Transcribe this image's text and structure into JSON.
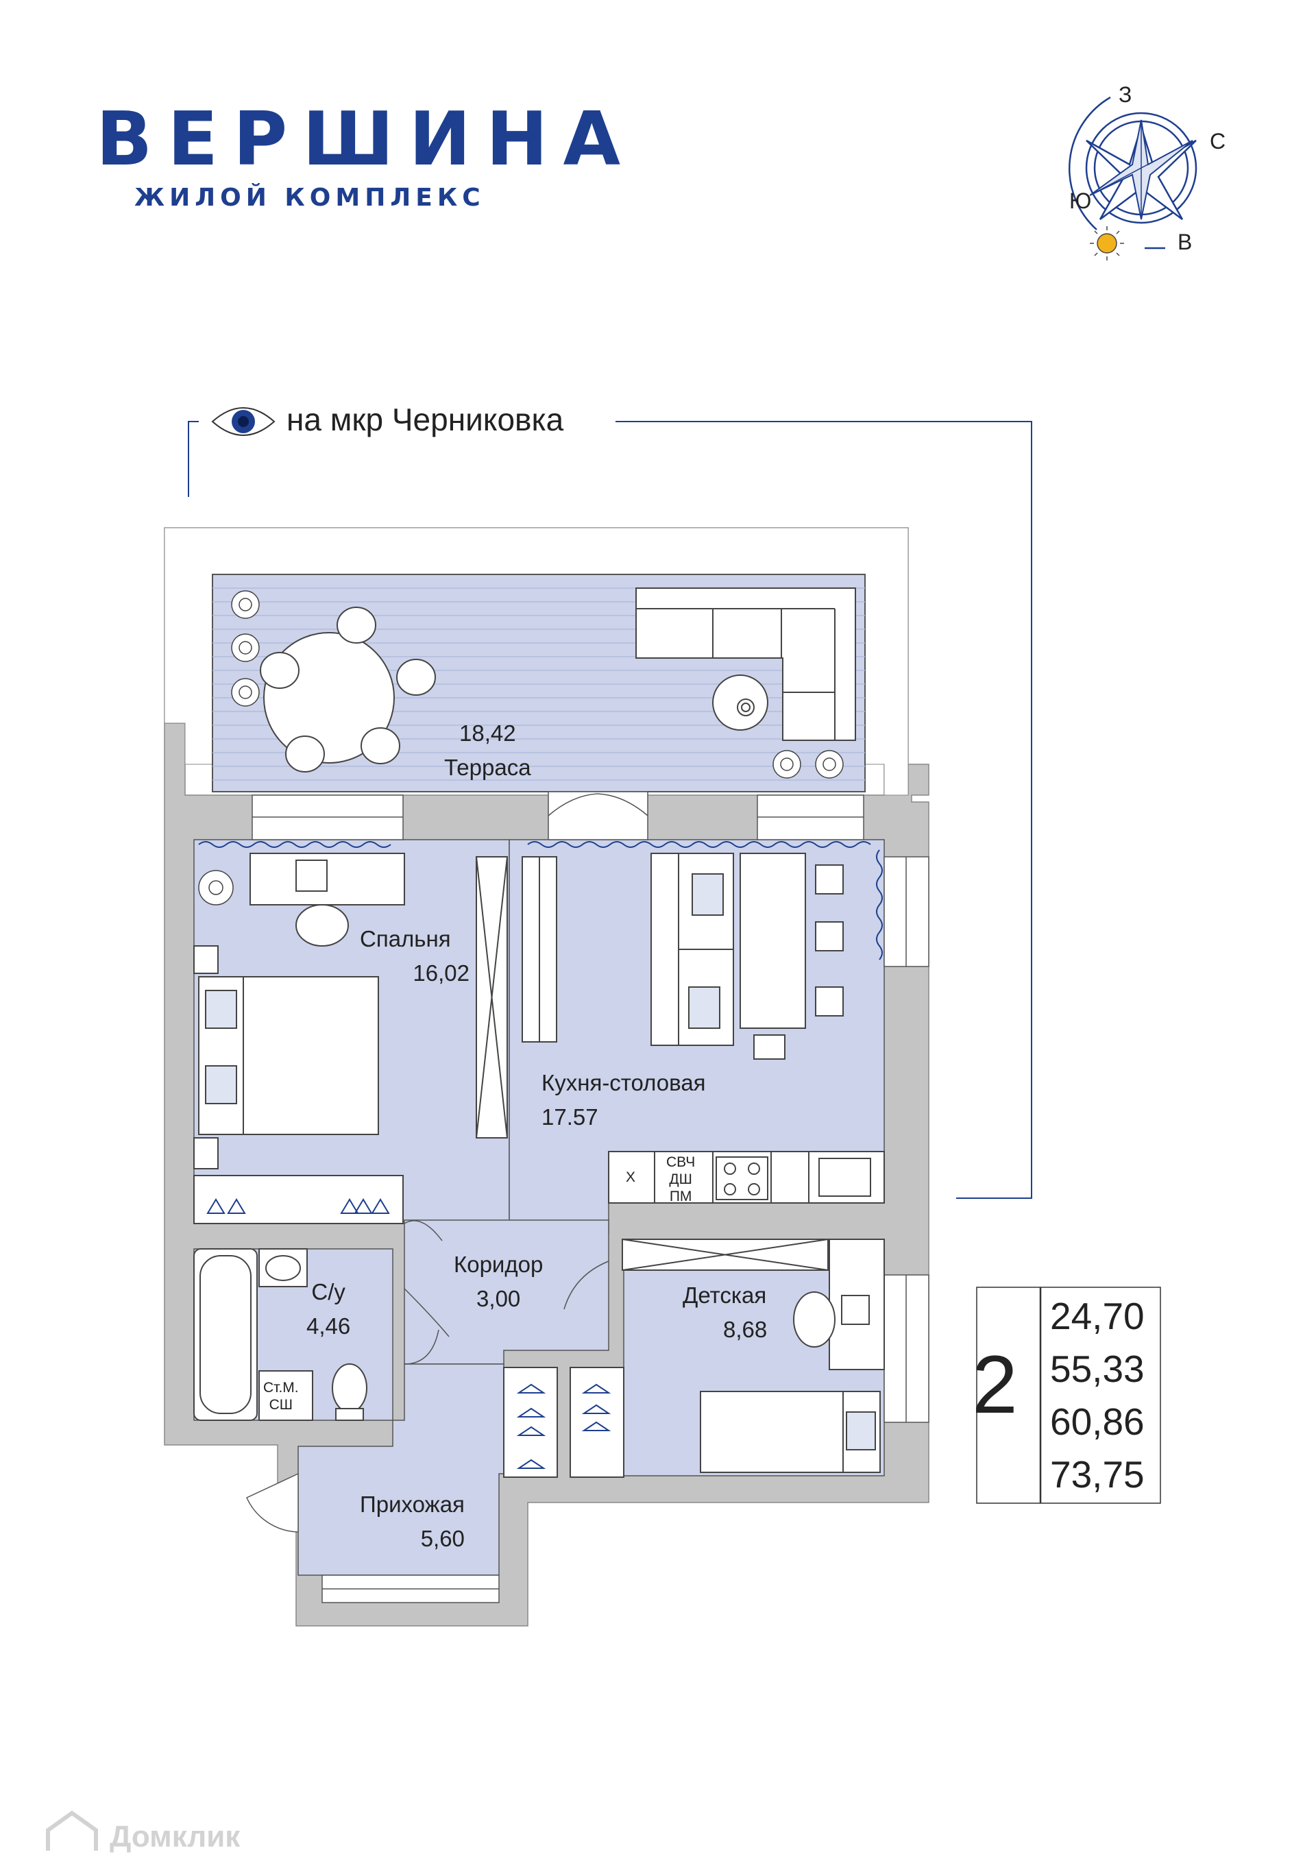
{
  "brand": {
    "title": "ВЕРШИНА",
    "subtitle": "ЖИЛОЙ КОМПЛЕКС",
    "color": "#1e3f8f"
  },
  "compass": {
    "north": "С",
    "south": "Ю",
    "east": "В",
    "west": "З",
    "sun_color": "#f2b21b"
  },
  "view": {
    "icon": "eye-icon",
    "label": "на мкр Черниковка"
  },
  "rooms": {
    "terrace": {
      "name": "Терраса",
      "area": "18,42"
    },
    "bedroom": {
      "name": "Спальня",
      "area": "16,02"
    },
    "kitchen": {
      "name": "Кухня-столовая",
      "area": "17.57"
    },
    "corridor": {
      "name": "Коридор",
      "area": "3,00"
    },
    "kids": {
      "name": "Детская",
      "area": "8,68"
    },
    "bathroom": {
      "name": "С/у",
      "area": "4,46"
    },
    "hallway": {
      "name": "Прихожая",
      "area": "5,60"
    }
  },
  "appliances": {
    "fridge": "Х",
    "kitchen_line1": "СВЧ",
    "kitchen_line2": "ДШ",
    "kitchen_line3": "ПМ",
    "wash_line1": "Ст.М.",
    "wash_line2": "СШ"
  },
  "summary": {
    "rooms_count": "2",
    "areas": [
      "24,70",
      "55,33",
      "60,86",
      "73,75"
    ]
  },
  "colors": {
    "room_fill": "#ccd3ea",
    "wall": "#c4c4c4",
    "accent_line": "#1e3f8f"
  },
  "watermark": "Домклик"
}
